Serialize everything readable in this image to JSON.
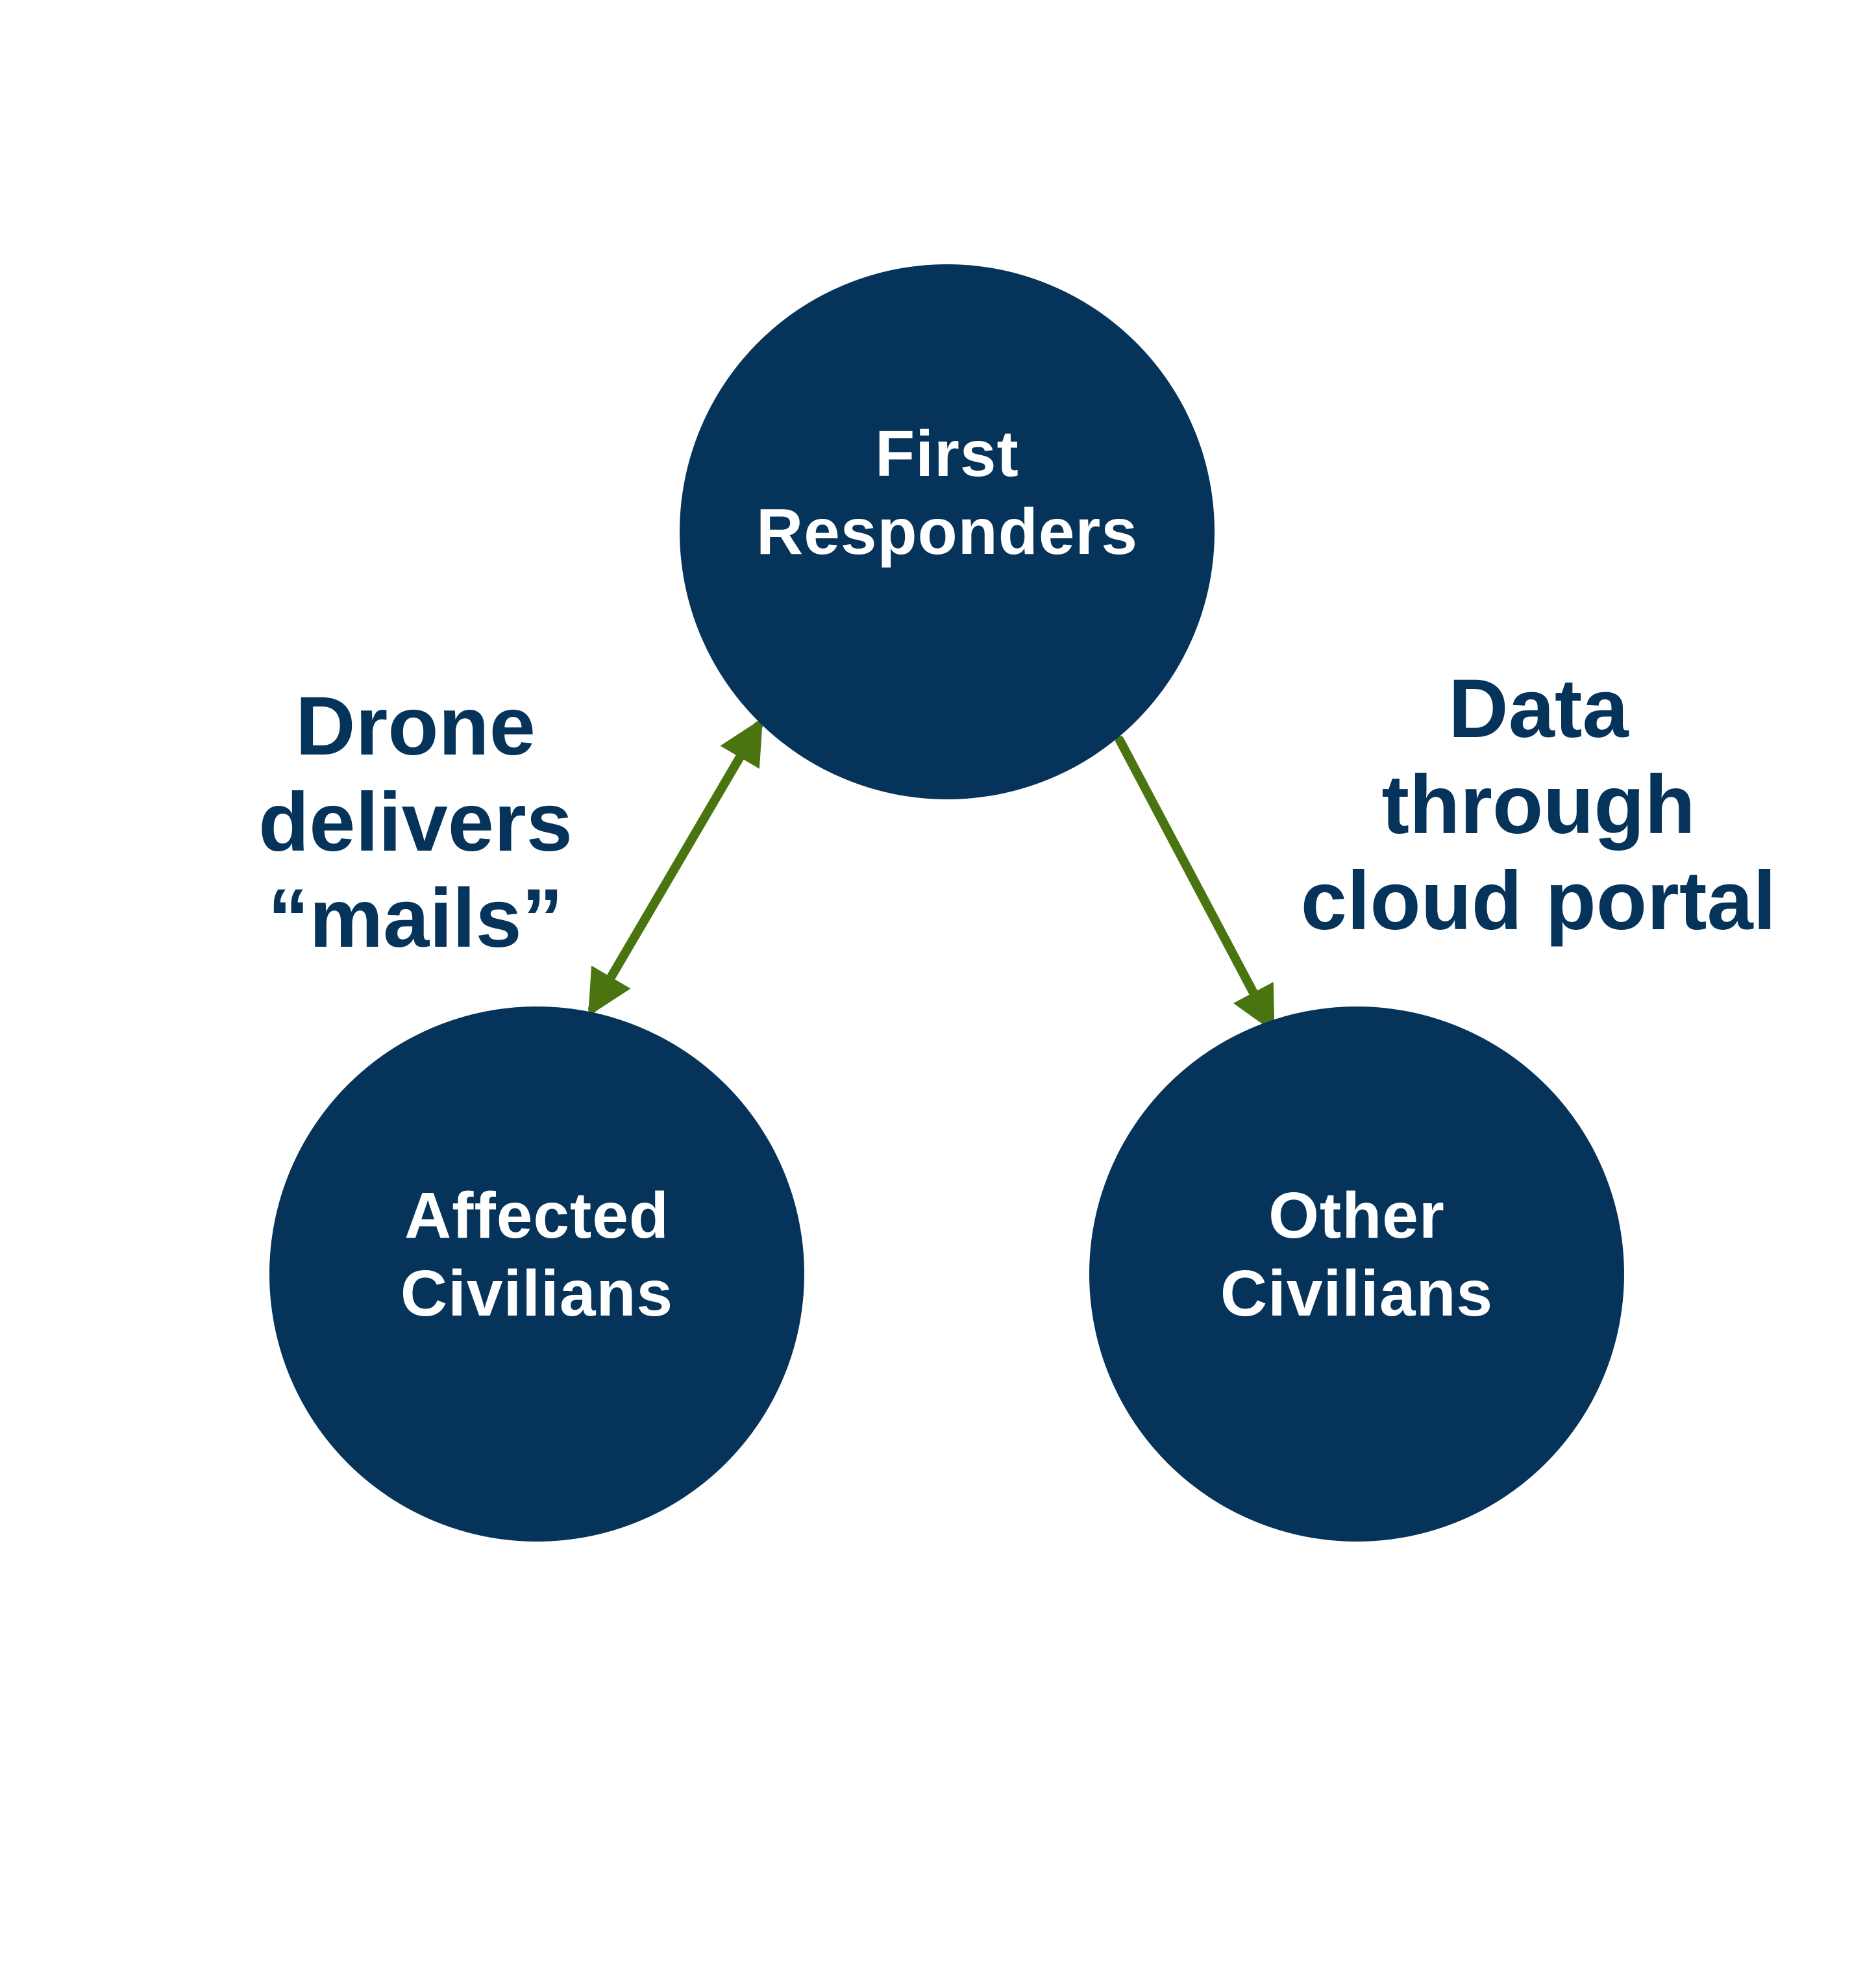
{
  "colors": {
    "node_fill": "#05335a",
    "node_text": "#ffffff",
    "label_text": "#05335a",
    "arrow": "#4a7410",
    "background": "#ffffff"
  },
  "nodes": {
    "first_responders": {
      "lines": [
        "First",
        "Responders"
      ]
    },
    "affected_civilians": {
      "lines": [
        "Affected",
        "Civilians"
      ]
    },
    "other_civilians": {
      "lines": [
        "Other",
        "Civilians"
      ]
    }
  },
  "edges": {
    "drone": {
      "from": "first_responders",
      "to": "affected_civilians",
      "direction": "bidirectional",
      "label_lines": [
        "Drone",
        "delivers",
        "“mails”"
      ]
    },
    "data": {
      "from": "first_responders",
      "to": "other_civilians",
      "direction": "one-way",
      "label_lines": [
        "Data",
        "through",
        "cloud portal"
      ]
    }
  }
}
